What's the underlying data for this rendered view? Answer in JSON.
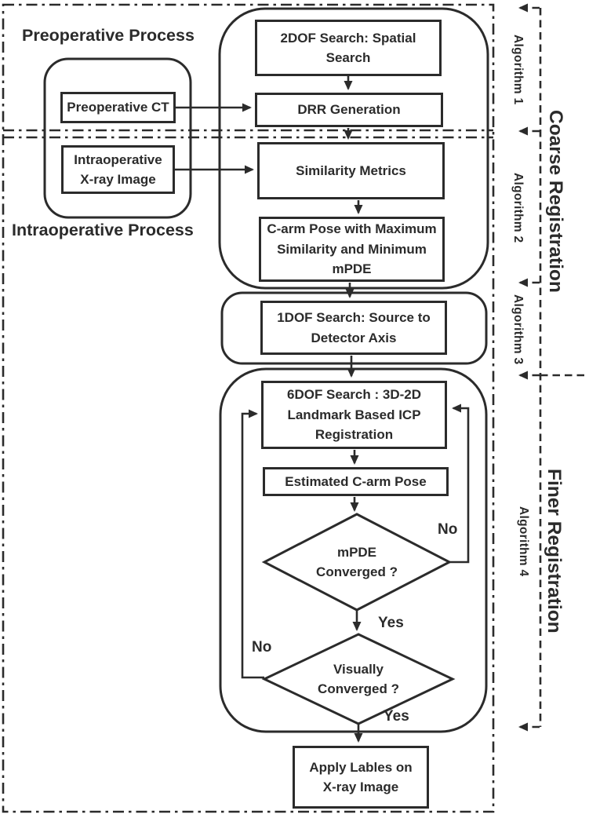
{
  "diagram": {
    "regions": {
      "preoperative_title": "Preoperative Process",
      "intraoperative_title": "Intraoperative Process"
    },
    "nodes": {
      "preop_ct": "Preoperative CT",
      "intraop_xray": "Intraoperative\nX-ray Image",
      "search_2dof": "2DOF Search: Spatial\nSearch",
      "drr_generation": "DRR Generation",
      "similarity_metrics": "Similarity Metrics",
      "carm_pose": "C-arm Pose with Maximum\nSimilarity and Minimum\nmPDE",
      "search_1dof": "1DOF Search: Source to\nDetector Axis",
      "search_6dof": "6DOF Search : 3D-2D\nLandmark Based ICP\nRegistration",
      "estimated_pose": "Estimated C-arm Pose",
      "mpde_decision": "mPDE\nConverged ?",
      "visual_decision": "Visually\nConverged ?",
      "apply_labels": "Apply Lables on\nX-ray Image"
    },
    "edge_labels": {
      "mpde_no": "No",
      "mpde_yes": "Yes",
      "visual_no": "No",
      "visual_yes": "Yes"
    },
    "side_labels": {
      "algorithm1": "Algorithm 1",
      "algorithm2": "Algorithm 2",
      "algorithm3": "Algorithm 3",
      "algorithm4": "Algorithm 4",
      "coarse": "Coarse Registration",
      "finer": "Finer Registration"
    },
    "colors": {
      "ink": "#2b2b2b",
      "background": "#ffffff"
    }
  }
}
